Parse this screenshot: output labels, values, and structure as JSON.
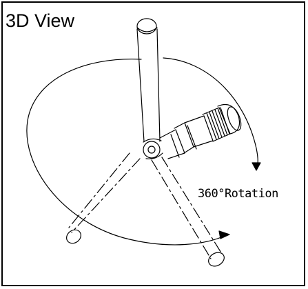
{
  "view": {
    "title": "3D View",
    "rotation_label": "360°Rotation"
  },
  "parts": [
    {
      "name": "antenna-whip",
      "kind": "rod"
    },
    {
      "name": "swivel-joint",
      "kind": "hinge"
    },
    {
      "name": "connector-body",
      "kind": "connector"
    },
    {
      "name": "hidden-antenna-position",
      "kind": "phantom"
    }
  ],
  "colors": {
    "line": "#000000",
    "background": "#ffffff"
  }
}
